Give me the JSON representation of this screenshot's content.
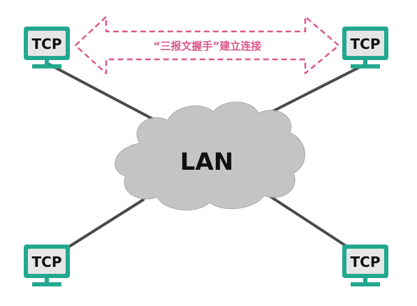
{
  "colors": {
    "computer_frame": "#22a88f",
    "screen_fill": "#e6e6e6",
    "stand": "#22a88f",
    "cable": "#4a4a4a",
    "cloud_fill": "#c4c4c4",
    "cloud_stroke": "#a9a9a9",
    "handshake_arrow": "#d9598a",
    "handshake_text": "#d9598a",
    "label_text": "#111111"
  },
  "network": {
    "label": "LAN"
  },
  "handshake": {
    "label": "“三报文握手”建立连接"
  },
  "computers": [
    {
      "id": "top-left",
      "label": "TCP"
    },
    {
      "id": "top-right",
      "label": "TCP"
    },
    {
      "id": "bottom-left",
      "label": "TCP"
    },
    {
      "id": "bottom-right",
      "label": "TCP"
    }
  ]
}
